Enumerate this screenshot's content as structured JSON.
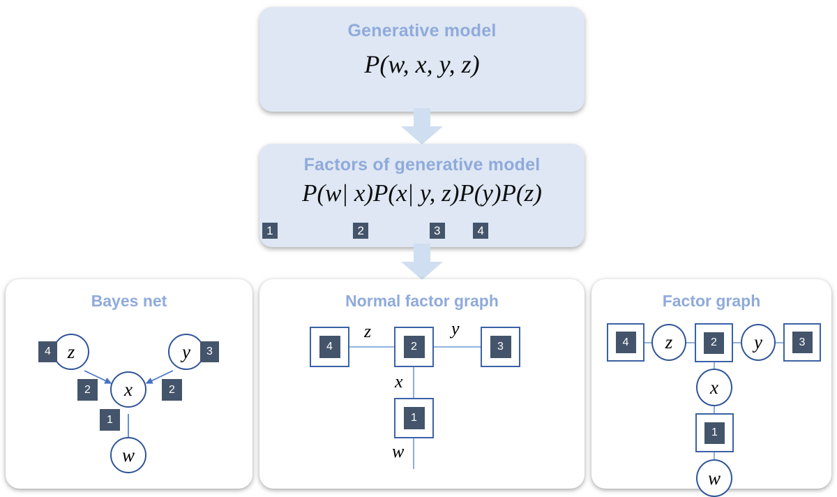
{
  "diagram": {
    "title_top": "Generative model",
    "formula_top": "P(w, x, y, z)",
    "title_mid": "Factors of generative model",
    "formula_mid_parts": [
      "P(w|x)",
      "P(x|y,z)",
      "P(y)",
      "P(z)"
    ],
    "formula_mid": "P(w| x)P(x| y, z)P(y)P(z)",
    "factor_badges": [
      "1",
      "2",
      "3",
      "4"
    ],
    "arrow_color": "#cfdef0",
    "box_fill": "#dee7f3",
    "title_color": "#8faadc",
    "node_stroke": "#2e5496",
    "square_stroke": "#3b61a5",
    "badge_fill": "#44546a",
    "edge_color": "#4472c4"
  },
  "panels": [
    {
      "id": "bayes-net",
      "title": "Bayes net",
      "nodes": [
        {
          "name": "z",
          "label": "z"
        },
        {
          "name": "y",
          "label": "y"
        },
        {
          "name": "x",
          "label": "x"
        },
        {
          "name": "w",
          "label": "w"
        }
      ],
      "edge_badges": [
        {
          "name": "badge-4-z",
          "label": "4"
        },
        {
          "name": "badge-3-y",
          "label": "3"
        },
        {
          "name": "badge-2-zx",
          "label": "2"
        },
        {
          "name": "badge-2-yx",
          "label": "2"
        },
        {
          "name": "badge-1-xw",
          "label": "1"
        }
      ],
      "edges": [
        {
          "from": "z",
          "to": "x"
        },
        {
          "from": "y",
          "to": "x"
        },
        {
          "from": "x",
          "to": "w"
        }
      ]
    },
    {
      "id": "normal-factor-graph",
      "title": "Normal factor graph",
      "factors": [
        {
          "name": "factor-4",
          "label": "4"
        },
        {
          "name": "factor-2",
          "label": "2"
        },
        {
          "name": "factor-3",
          "label": "3"
        },
        {
          "name": "factor-1",
          "label": "1"
        }
      ],
      "edge_labels": [
        {
          "name": "edge-label-z",
          "label": "z"
        },
        {
          "name": "edge-label-y",
          "label": "y"
        },
        {
          "name": "edge-label-x",
          "label": "x"
        },
        {
          "name": "edge-label-w",
          "label": "w"
        }
      ]
    },
    {
      "id": "factor-graph",
      "title": "Factor graph",
      "factors": [
        {
          "name": "factor-4",
          "label": "4"
        },
        {
          "name": "factor-2",
          "label": "2"
        },
        {
          "name": "factor-3",
          "label": "3"
        },
        {
          "name": "factor-1",
          "label": "1"
        }
      ],
      "variables": [
        {
          "name": "var-z",
          "label": "z"
        },
        {
          "name": "var-y",
          "label": "y"
        },
        {
          "name": "var-x",
          "label": "x"
        },
        {
          "name": "var-w",
          "label": "w"
        }
      ]
    }
  ]
}
